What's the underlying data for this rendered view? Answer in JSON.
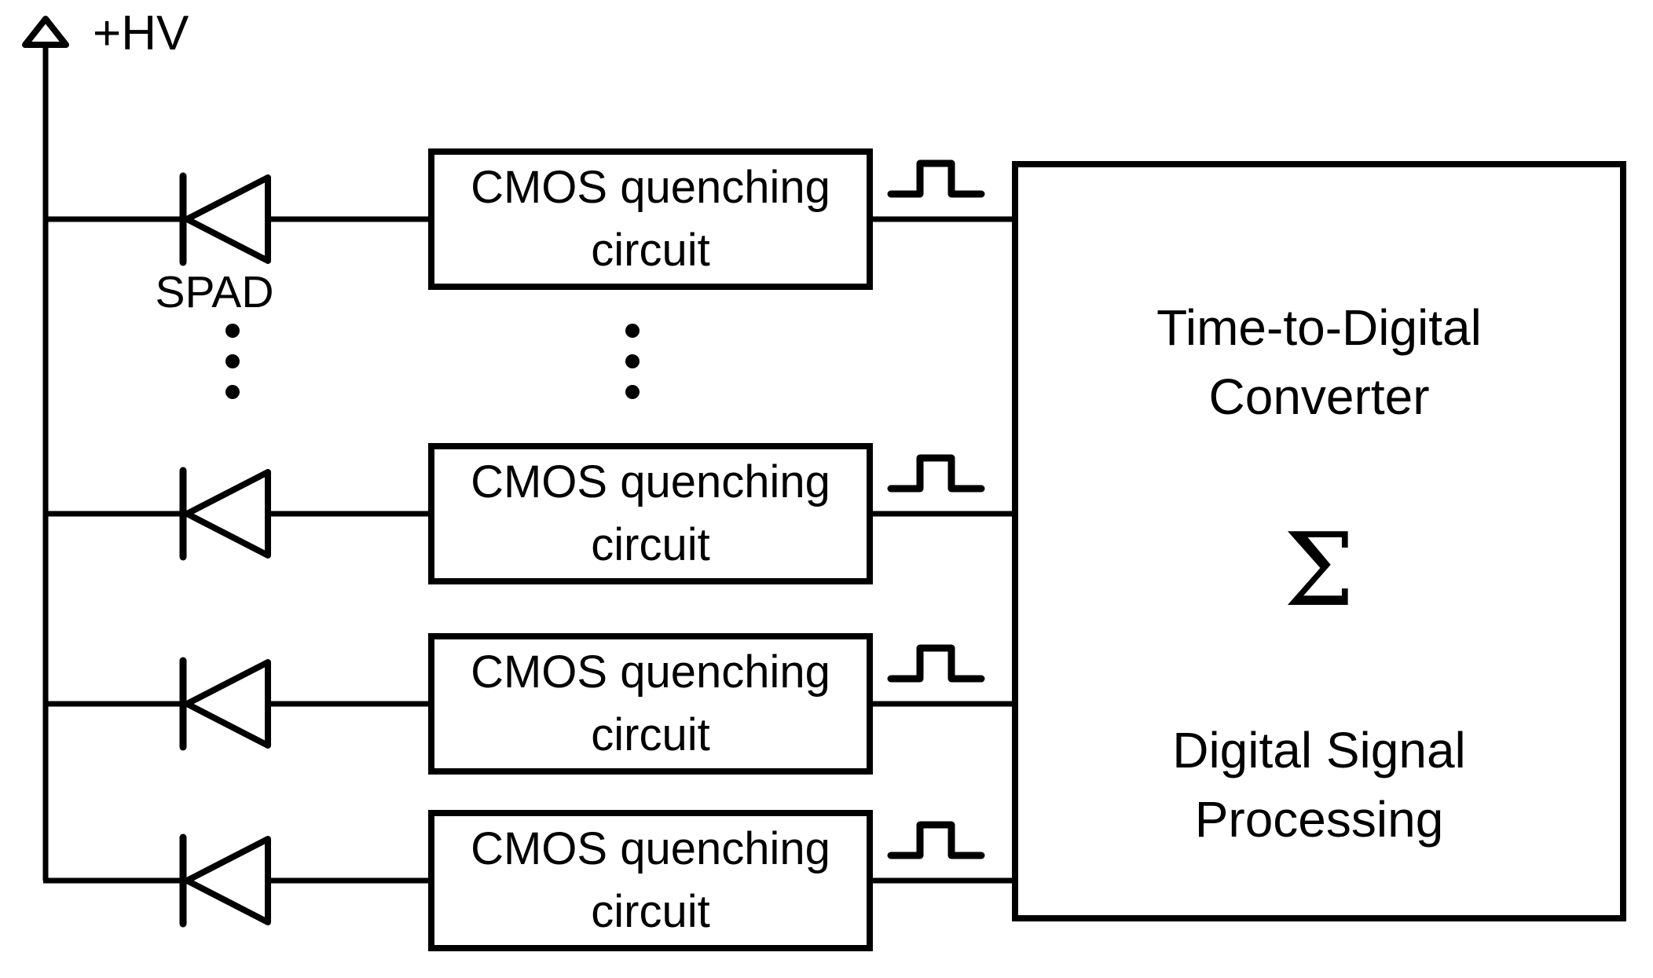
{
  "diagram": {
    "background": "#ffffff",
    "line_color": "#000000",
    "supply_label": "+HV",
    "spad_label": "SPAD",
    "quenching_box": {
      "line1": "CMOS quenching",
      "line2": "circuit"
    },
    "processor_box": {
      "title_line1": "Time-to-Digital",
      "title_line2": "Converter",
      "sum_symbol": "Σ",
      "subtitle_line1": "Digital Signal",
      "subtitle_line2": "Processing"
    },
    "icons": {
      "supply_arrow": "up-arrow",
      "diode": "diode-left-symbol",
      "pulse": "pulse-waveform",
      "ellipsis": "vertical-ellipsis"
    },
    "structure": {
      "row_count_shown": 4,
      "rows_are_repeated": "vertical ellipsis between row 1 and row 2"
    }
  }
}
